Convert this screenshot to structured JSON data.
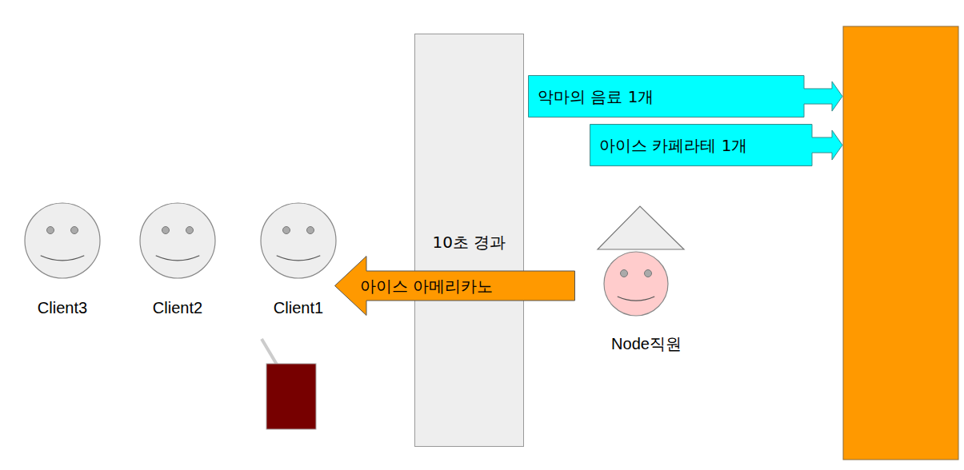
{
  "diagram": {
    "nodes": [
      {
        "text": [
          "10초 경과"
        ]
      },
      {
        "text": [
          "악마의 음료 1개"
        ]
      },
      {
        "text": [
          "아이스 카페라테 1개"
        ]
      },
      {
        "text": [
          "Client3"
        ]
      },
      {
        "text": [
          "Client2"
        ]
      },
      {
        "text": [
          "Client1"
        ]
      },
      {
        "text": [
          "아이스 아메리카노"
        ]
      },
      {
        "text": [
          "Node직원"
        ]
      }
    ]
  }
}
